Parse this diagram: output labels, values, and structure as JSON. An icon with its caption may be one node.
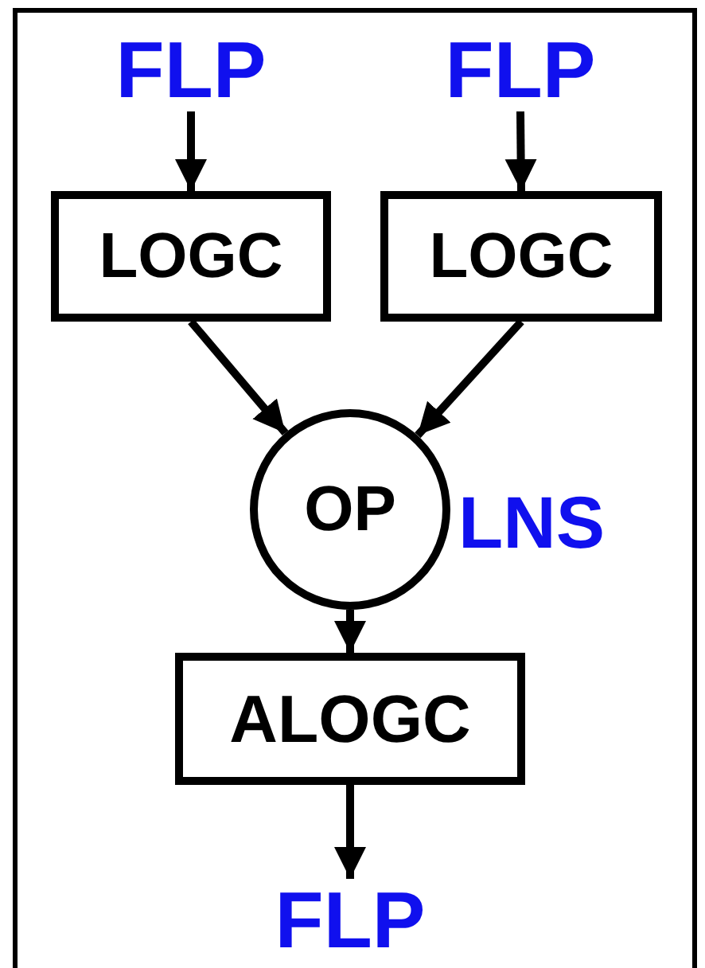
{
  "diagram": {
    "nodes": [
      {
        "text": [
          "FLP"
        ]
      },
      {
        "text": [
          "FLP"
        ]
      },
      {
        "text": [
          "LOGC"
        ]
      },
      {
        "text": [
          "LOGC"
        ]
      },
      {
        "text": [
          "OP"
        ],
        "beside": [
          "LNS"
        ]
      },
      {
        "text": [
          "ALOGC"
        ]
      },
      {
        "text": [
          "FLP"
        ]
      }
    ],
    "edges": [
      {
        "from": 0,
        "to": 2,
        "arrow": "to"
      },
      {
        "from": 1,
        "to": 3,
        "arrow": "to"
      },
      {
        "from": 2,
        "to": 4,
        "arrow": "to"
      },
      {
        "from": 3,
        "to": 4,
        "arrow": "to"
      },
      {
        "from": 4,
        "to": 5,
        "arrow": "to"
      },
      {
        "from": 5,
        "to": 6,
        "arrow": "to"
      }
    ]
  }
}
